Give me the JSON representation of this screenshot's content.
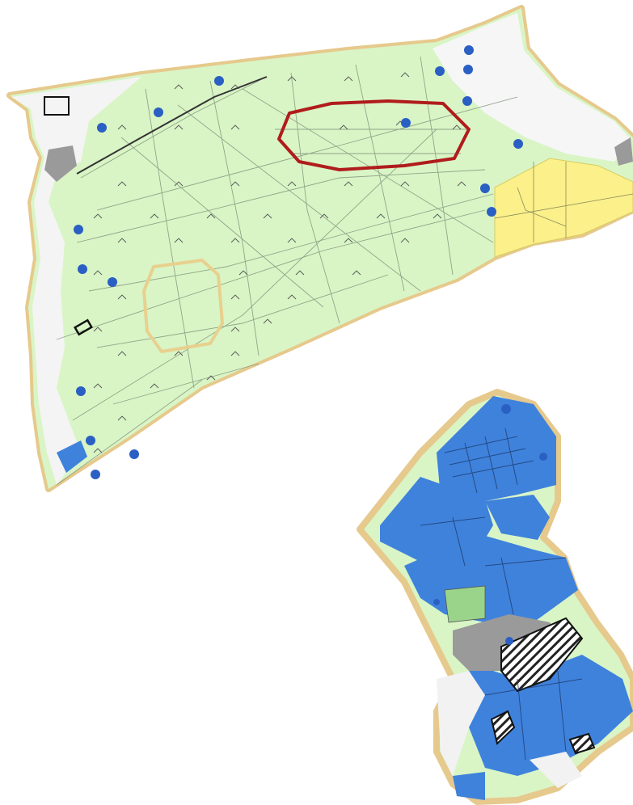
{
  "map": {
    "colors": {
      "background": "#ffffff",
      "boundary": "#e6c98c",
      "grassland": "#d9f5c6",
      "cultivated": "#3f82dc",
      "light_green": "#9ad48a",
      "yellow": "#fbf08a",
      "gray": "#9a9a9a",
      "red_outline": "#b01c1c",
      "tan_outline": "#e8d08e",
      "lines": "#7a8a74",
      "point": "#2a5fc4"
    },
    "layers": [
      "north-parcel",
      "south-parcel",
      "yellow-zone",
      "red-ellipse-outline",
      "tan-ring-outline",
      "point-markers",
      "hatched-blocks"
    ]
  }
}
